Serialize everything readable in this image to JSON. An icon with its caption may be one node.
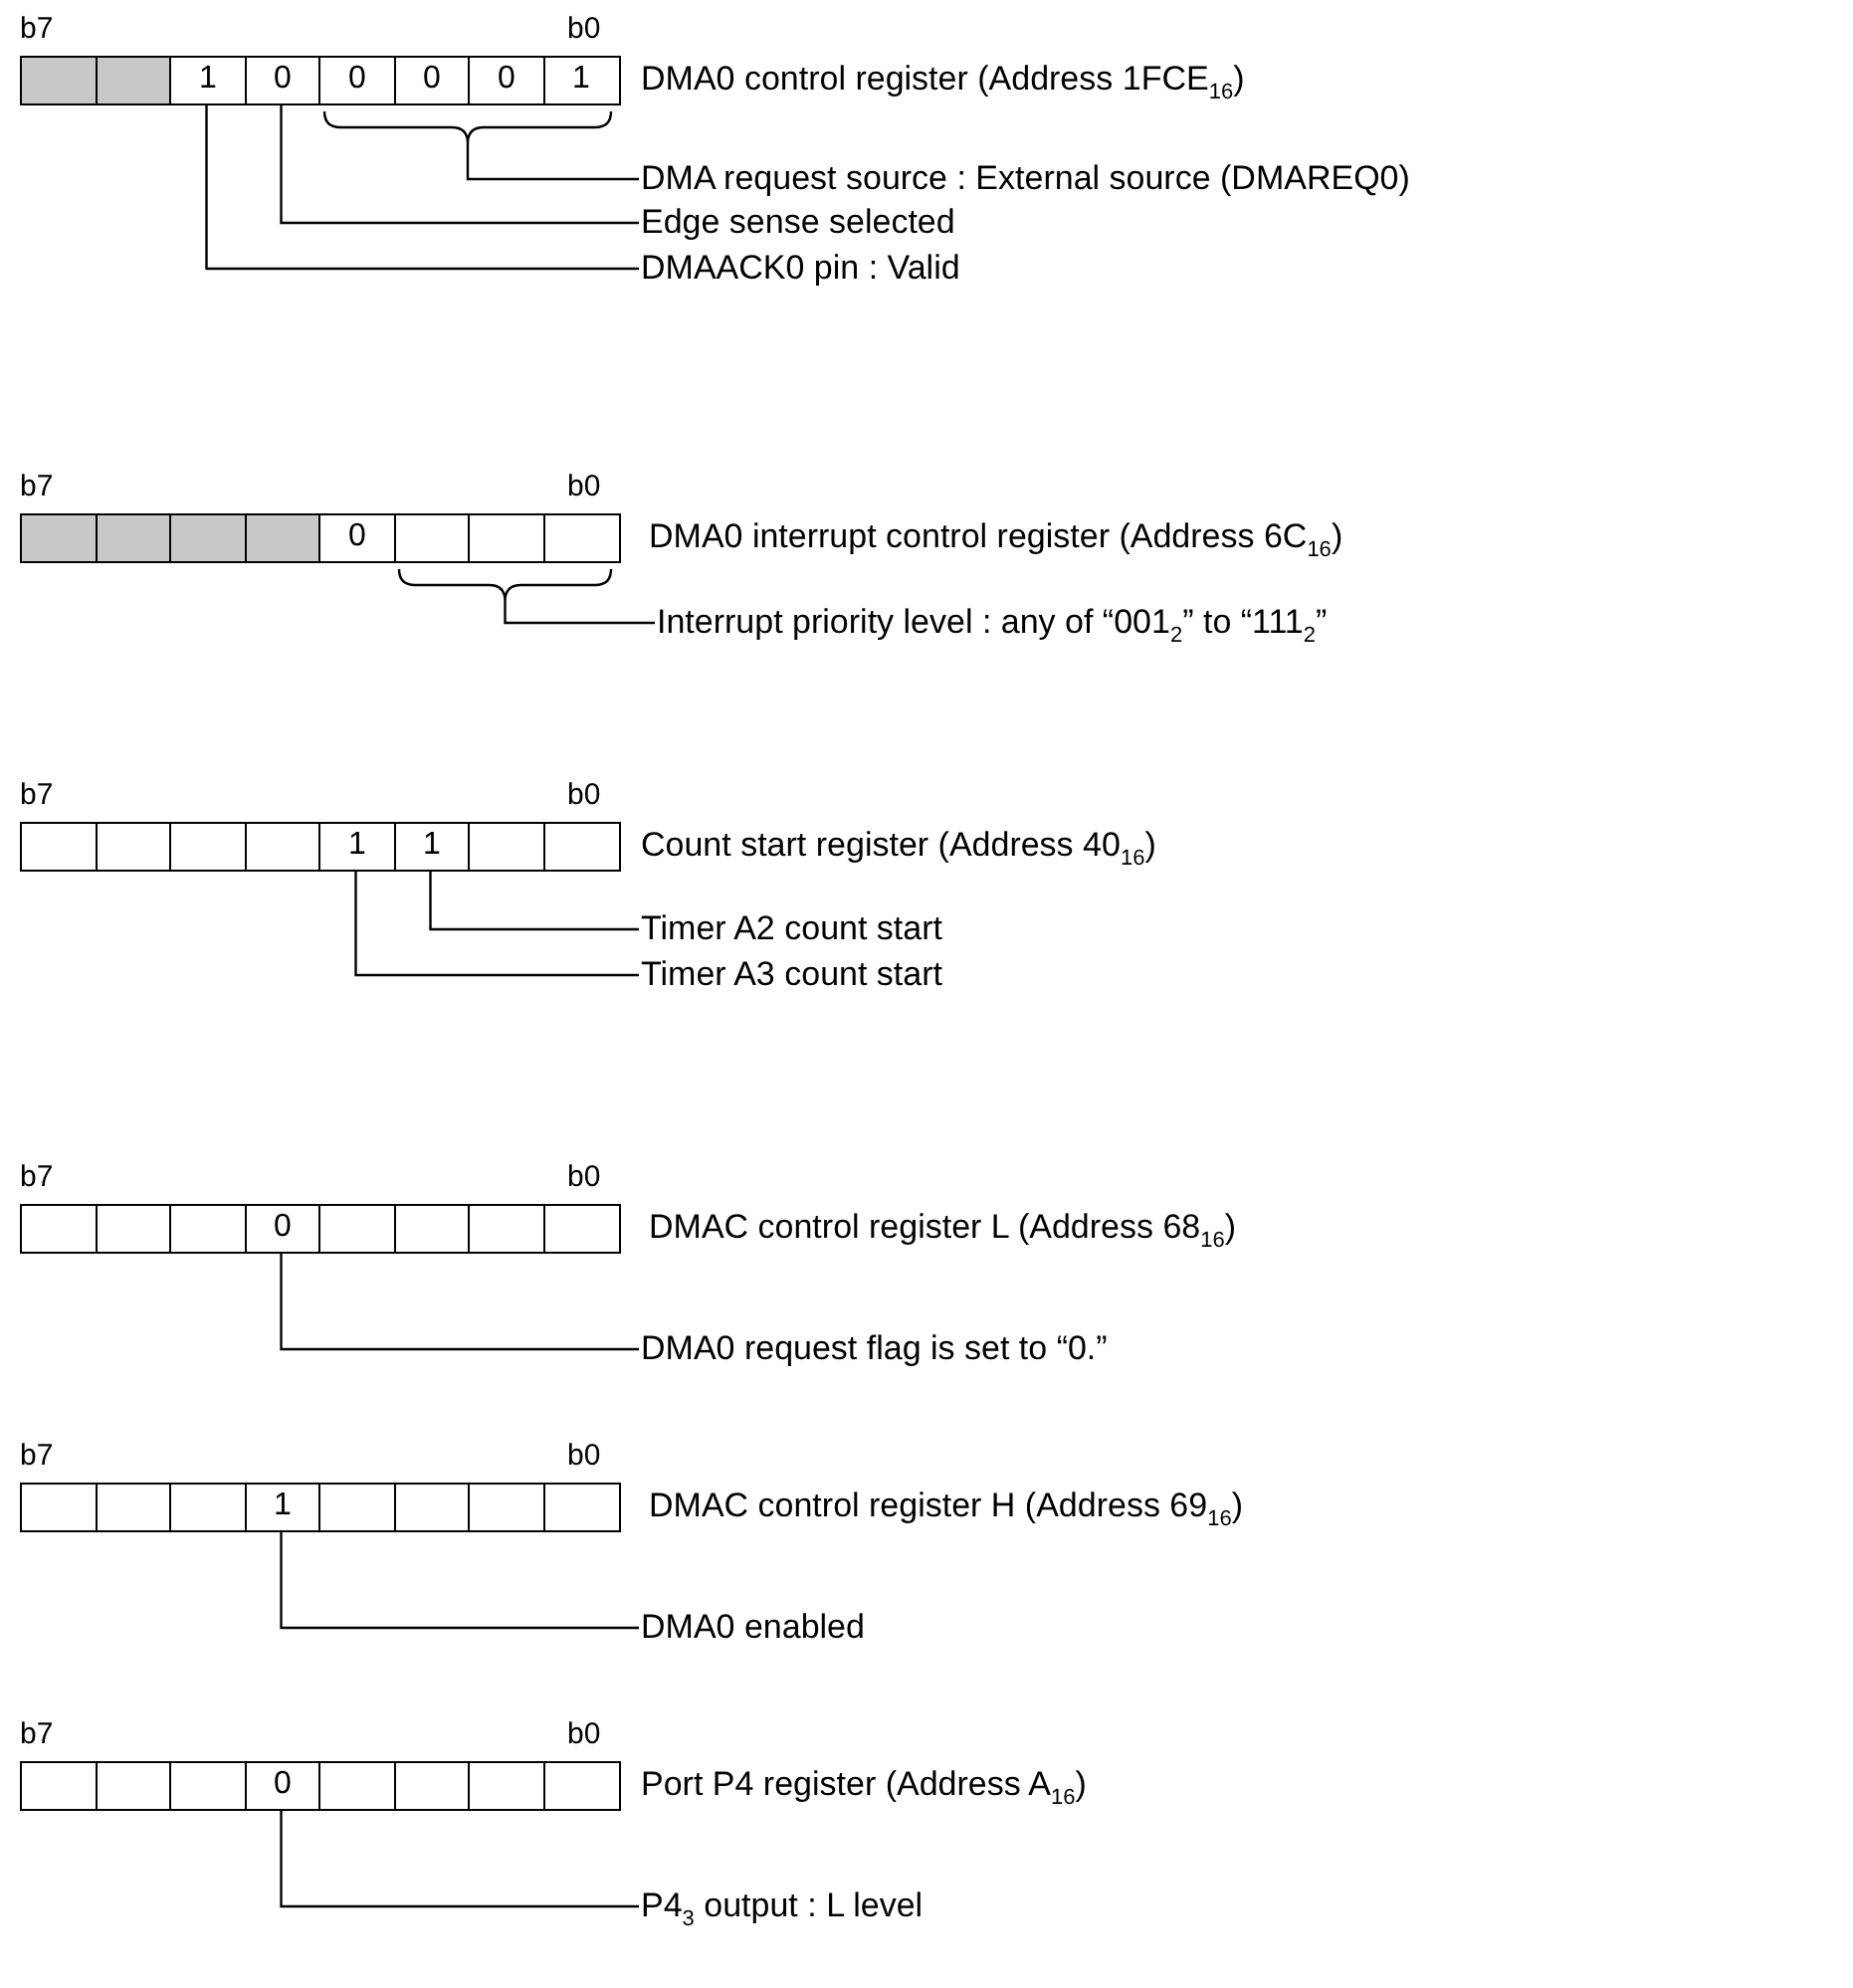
{
  "diagram": {
    "nodes": [
      {
        "text": [],
        "shape": "box"
      },
      {
        "text": [],
        "shape": "box"
      },
      {
        "text": [
          "1"
        ]
      },
      {
        "text": [
          "0"
        ]
      },
      {
        "text": [
          "0"
        ]
      },
      {
        "text": [
          "0"
        ]
      },
      {
        "text": [
          "0"
        ]
      },
      {
        "text": [
          "1"
        ]
      },
      {
        "text": [],
        "shape": "bracket"
      },
      {
        "text": [
          "DMA request source : External source (DMAREQ0)"
        ]
      },
      {
        "text": [
          "Edge sense selected"
        ]
      },
      {
        "text": [
          "DMAACK0 pin : Valid"
        ]
      },
      {
        "text": [],
        "shape": "box"
      },
      {
        "text": [],
        "shape": "box"
      },
      {
        "text": [],
        "shape": "box"
      },
      {
        "text": [],
        "shape": "box"
      },
      {
        "text": [
          "0"
        ]
      },
      {
        "text": [],
        "shape": "box"
      },
      {
        "text": [],
        "shape": "box"
      },
      {
        "text": [],
        "shape": "box"
      },
      {
        "text": [],
        "shape": "bracket"
      },
      {
        "text": [
          "Interrupt priority level : any of “001$_{2}$” to “111$_{2}$”"
        ]
      },
      {
        "text": [],
        "shape": "box"
      },
      {
        "text": [],
        "shape": "box"
      },
      {
        "text": [],
        "shape": "box"
      },
      {
        "text": [],
        "shape": "box"
      },
      {
        "text": [
          "1"
        ]
      },
      {
        "text": [
          "1"
        ]
      },
      {
        "text": [],
        "shape": "box"
      },
      {
        "text": [],
        "shape": "box"
      },
      {
        "text": [
          "Timer A2 count start"
        ]
      },
      {
        "text": [
          "Timer A3 count start"
        ]
      },
      {
        "text": [],
        "shape": "box"
      },
      {
        "text": [],
        "shape": "box"
      },
      {
        "text": [],
        "shape": "box"
      },
      {
        "text": [
          "0"
        ]
      },
      {
        "text": [],
        "shape": "box"
      },
      {
        "text": [],
        "shape": "box"
      },
      {
        "text": [],
        "shape": "box"
      },
      {
        "text": [],
        "shape": "box"
      },
      {
        "text": [
          "DMA0 request flag is set to “0.”"
        ]
      },
      {
        "text": [],
        "shape": "box"
      },
      {
        "text": [],
        "shape": "box"
      },
      {
        "text": [],
        "shape": "box"
      },
      {
        "text": [
          "1"
        ]
      },
      {
        "text": [],
        "shape": "box"
      },
      {
        "text": [],
        "shape": "box"
      },
      {
        "text": [],
        "shape": "box"
      },
      {
        "text": [],
        "shape": "box"
      },
      {
        "text": [
          "DMA0 enabled"
        ]
      },
      {
        "text": [],
        "shape": "box"
      },
      {
        "text": [],
        "shape": "box"
      },
      {
        "text": [],
        "shape": "box"
      },
      {
        "text": [
          "0"
        ]
      },
      {
        "text": [],
        "shape": "box"
      },
      {
        "text": [],
        "shape": "box"
      },
      {
        "text": [],
        "shape": "box"
      },
      {
        "text": [],
        "shape": "box"
      },
      {
        "text": [
          "P4$_{3}$ output : L level"
        ]
      }
    ],
    "edges": [
      {
        "from": 9,
        "to": 8,
        "arrow": "none"
      },
      {
        "from": 10,
        "to": 3,
        "arrow": "none"
      },
      {
        "from": 11,
        "to": 2,
        "arrow": "none"
      },
      {
        "from": 21,
        "to": 20,
        "arrow": "none"
      },
      {
        "from": 30,
        "to": 27,
        "arrow": "none"
      },
      {
        "from": 31,
        "to": 26,
        "arrow": "none"
      },
      {
        "from": 40,
        "to": 35,
        "arrow": "none"
      },
      {
        "from": 49,
        "to": 44,
        "arrow": "none"
      },
      {
        "from": 58,
        "to": 53,
        "arrow": "none"
      }
    ],
    "labels": [
      "b7",
      "b0",
      "DMA0 control register (Address 1FCE$_{16}$)",
      "b7",
      "b0",
      "DMA0 interrupt control register (Address 6C$_{16}$)",
      "b7",
      "b0",
      "Count start register (Address 40$_{16}$)",
      "b7",
      "b0",
      "DMAC control register L (Address 68$_{16}$)",
      "b7",
      "b0",
      "DMAC control register H (Address 69$_{16}$)",
      "b7",
      "b0",
      "Port P4 register (Address A$_{16}$)"
    ]
  }
}
